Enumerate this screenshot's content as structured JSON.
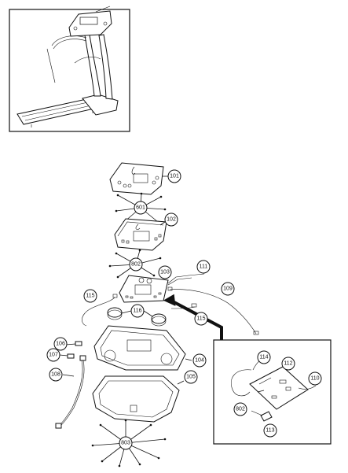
{
  "callouts": {
    "c101": "101",
    "c601": "601",
    "c102": "102",
    "c802a": "802",
    "c103": "103",
    "c111": "111",
    "c109": "109",
    "c115a": "115",
    "c116": "116",
    "c115b": "115",
    "c106": "106",
    "c107": "107",
    "c108": "108",
    "c104": "104",
    "c105": "105",
    "c803": "803",
    "c114": "114",
    "c112": "112",
    "c110": "110",
    "c802b": "802",
    "c113": "113"
  }
}
